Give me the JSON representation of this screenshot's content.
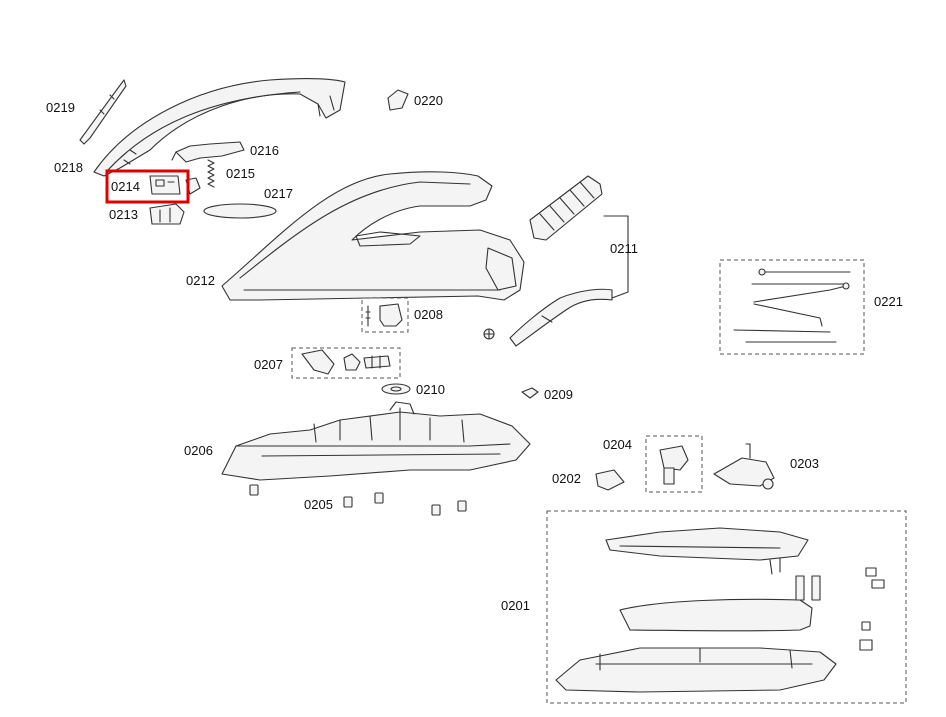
{
  "highlight": {
    "color": "#e00000",
    "part": "0214"
  },
  "parts": {
    "p0201": "0201",
    "p0202": "0202",
    "p0203": "0203",
    "p0204": "0204",
    "p0205": "0205",
    "p0206": "0206",
    "p0207": "0207",
    "p0208": "0208",
    "p0209": "0209",
    "p0210": "0210",
    "p0211": "0211",
    "p0212": "0212",
    "p0213": "0213",
    "p0214": "0214",
    "p0215": "0215",
    "p0216": "0216",
    "p0217": "0217",
    "p0218": "0218",
    "p0219": "0219",
    "p0220": "0220",
    "p0221": "0221"
  }
}
